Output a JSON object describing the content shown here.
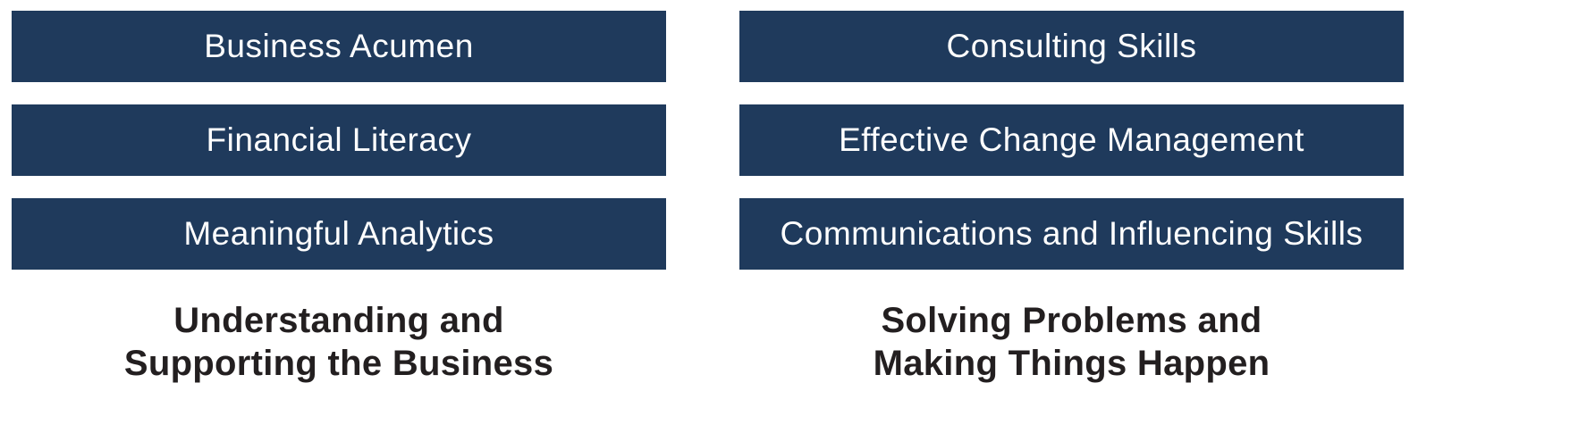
{
  "colors": {
    "bar_background": "#1f3a5c",
    "bar_text": "#ffffff",
    "caption_text": "#231f20"
  },
  "columns": [
    {
      "items": [
        "Business Acumen",
        "Financial Literacy",
        "Meaningful Analytics"
      ],
      "caption_line1": "Understanding and",
      "caption_line2": "Supporting the Business"
    },
    {
      "items": [
        "Consulting Skills",
        "Effective Change Management",
        "Communications and Influencing Skills"
      ],
      "caption_line1": "Solving Problems and",
      "caption_line2": "Making Things Happen"
    }
  ]
}
